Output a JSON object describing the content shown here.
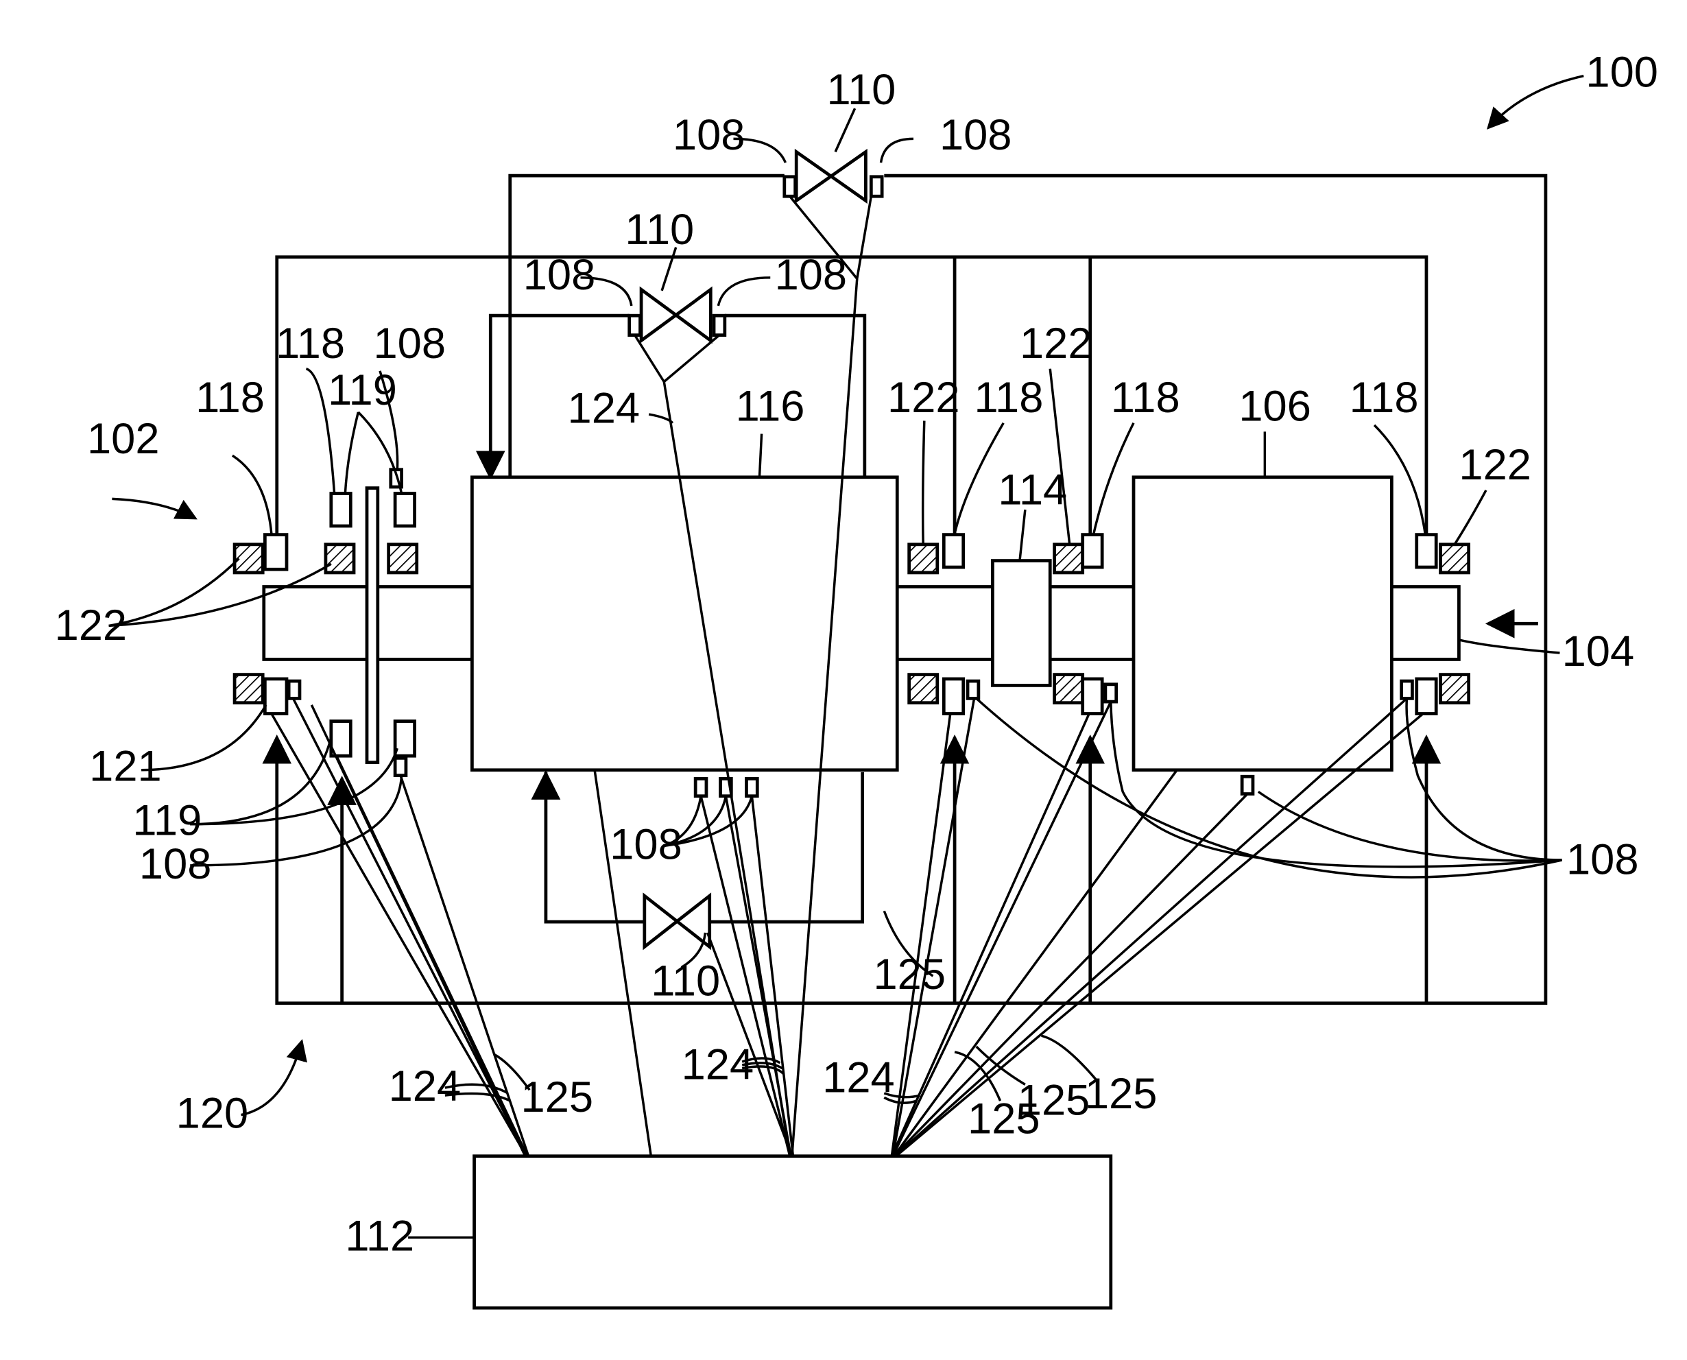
{
  "labels": {
    "system": "100",
    "steam_turbine_section": "102",
    "rotor_shaft": "104",
    "generator": "106",
    "sensor": "108",
    "valve": "110",
    "controller": "112",
    "coupling": "114",
    "turbine": "116",
    "proximity_probe": "118",
    "key_phasor": "119",
    "network": "120",
    "speed_sensor": "121",
    "bearing": "122",
    "sensor_line": "124",
    "signal_line": "125"
  }
}
